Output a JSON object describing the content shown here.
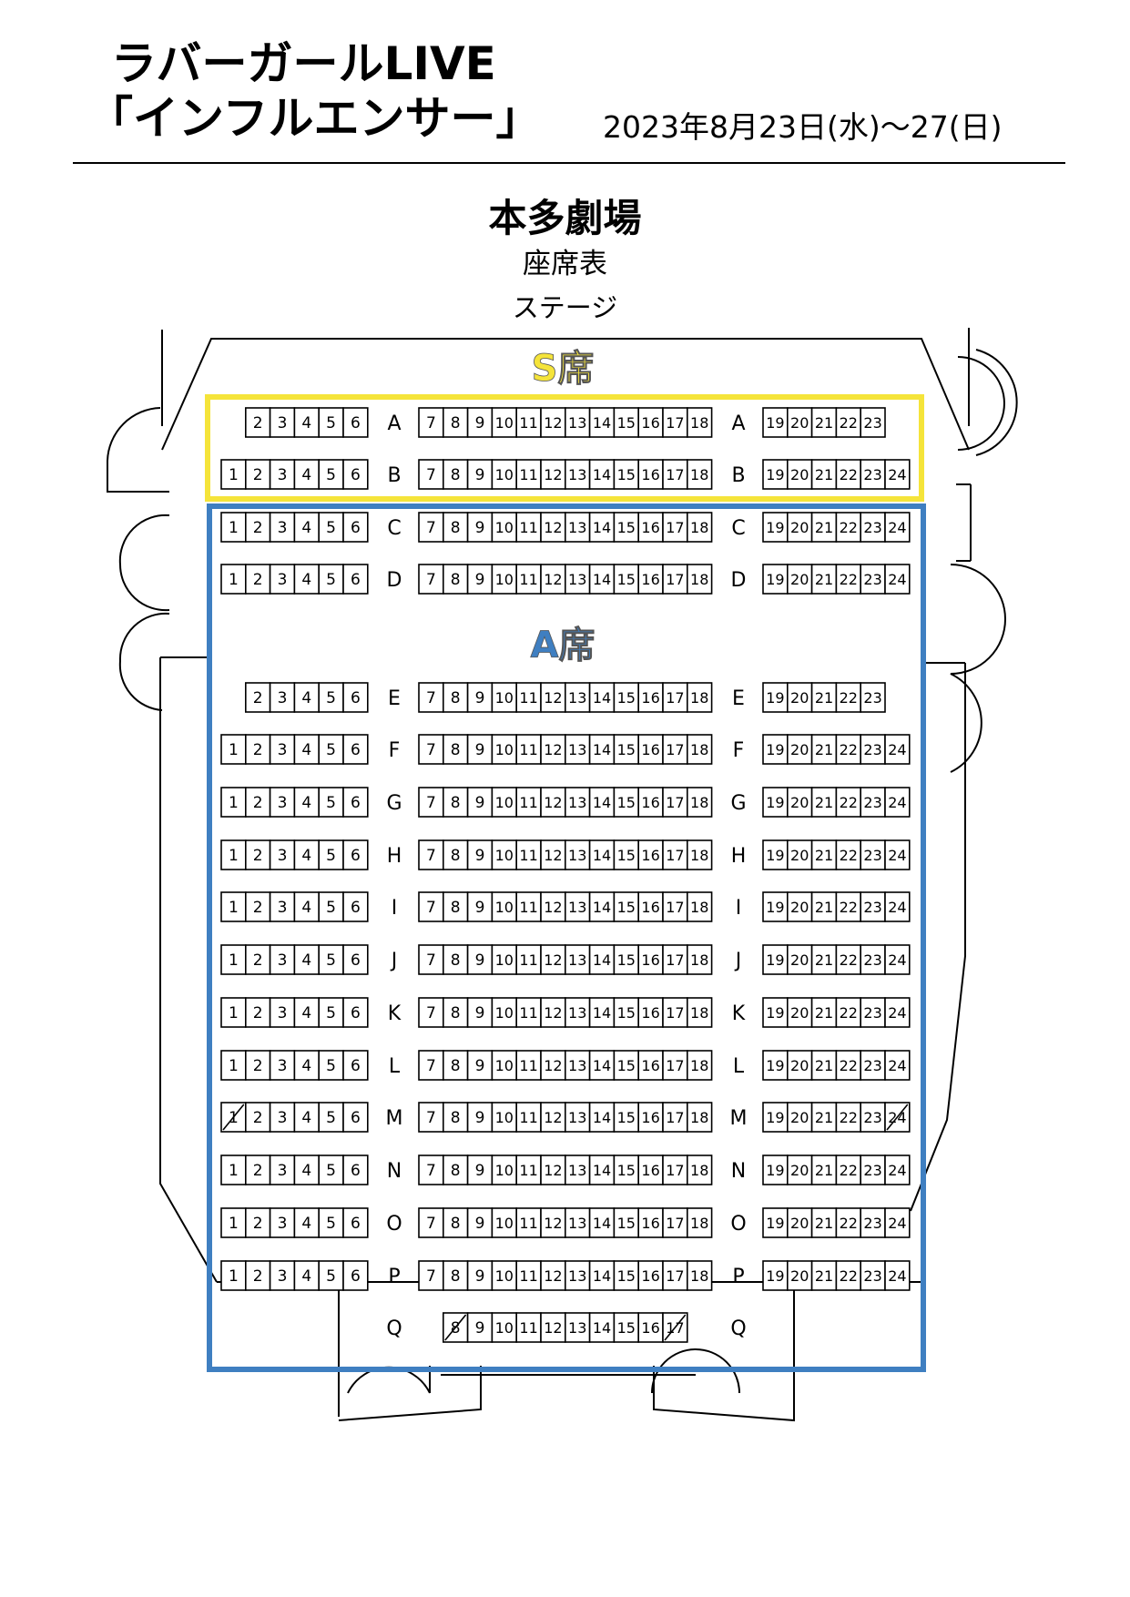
{
  "header": {
    "title_line1": "ラバーガールLIVE",
    "title_line2": "「インフルエンサー」",
    "date": "2023年8月23日(水)～27(日)"
  },
  "venue": {
    "name": "本多劇場",
    "subtitle": "座席表",
    "stage_label": "ステージ"
  },
  "zones": [
    {
      "label": "S席",
      "color": "#f5e43a",
      "rows": [
        "A",
        "B"
      ]
    },
    {
      "label": "A席",
      "color": "#3f7fc1",
      "rows": [
        "C",
        "D",
        "E",
        "F",
        "G",
        "H",
        "I",
        "J",
        "K",
        "L",
        "M",
        "N",
        "O",
        "P",
        "Q"
      ]
    }
  ],
  "crossed_seats": [
    "M-1",
    "M-24",
    "Q-8",
    "Q-17"
  ],
  "rows": [
    {
      "row": "A",
      "left": [
        2,
        3,
        4,
        5,
        6
      ],
      "center": [
        7,
        8,
        9,
        10,
        11,
        12,
        13,
        14,
        15,
        16,
        17,
        18
      ],
      "right": [
        19,
        20,
        21,
        22,
        23
      ]
    },
    {
      "row": "B",
      "left": [
        1,
        2,
        3,
        4,
        5,
        6
      ],
      "center": [
        7,
        8,
        9,
        10,
        11,
        12,
        13,
        14,
        15,
        16,
        17,
        18
      ],
      "right": [
        19,
        20,
        21,
        22,
        23,
        24
      ]
    },
    {
      "row": "C",
      "left": [
        1,
        2,
        3,
        4,
        5,
        6
      ],
      "center": [
        7,
        8,
        9,
        10,
        11,
        12,
        13,
        14,
        15,
        16,
        17,
        18
      ],
      "right": [
        19,
        20,
        21,
        22,
        23,
        24
      ]
    },
    {
      "row": "D",
      "left": [
        1,
        2,
        3,
        4,
        5,
        6
      ],
      "center": [
        7,
        8,
        9,
        10,
        11,
        12,
        13,
        14,
        15,
        16,
        17,
        18
      ],
      "right": [
        19,
        20,
        21,
        22,
        23,
        24
      ]
    },
    {
      "row": "E",
      "left": [
        2,
        3,
        4,
        5,
        6
      ],
      "center": [
        7,
        8,
        9,
        10,
        11,
        12,
        13,
        14,
        15,
        16,
        17,
        18
      ],
      "right": [
        19,
        20,
        21,
        22,
        23
      ]
    },
    {
      "row": "F",
      "left": [
        1,
        2,
        3,
        4,
        5,
        6
      ],
      "center": [
        7,
        8,
        9,
        10,
        11,
        12,
        13,
        14,
        15,
        16,
        17,
        18
      ],
      "right": [
        19,
        20,
        21,
        22,
        23,
        24
      ]
    },
    {
      "row": "G",
      "left": [
        1,
        2,
        3,
        4,
        5,
        6
      ],
      "center": [
        7,
        8,
        9,
        10,
        11,
        12,
        13,
        14,
        15,
        16,
        17,
        18
      ],
      "right": [
        19,
        20,
        21,
        22,
        23,
        24
      ]
    },
    {
      "row": "H",
      "left": [
        1,
        2,
        3,
        4,
        5,
        6
      ],
      "center": [
        7,
        8,
        9,
        10,
        11,
        12,
        13,
        14,
        15,
        16,
        17,
        18
      ],
      "right": [
        19,
        20,
        21,
        22,
        23,
        24
      ]
    },
    {
      "row": "I",
      "left": [
        1,
        2,
        3,
        4,
        5,
        6
      ],
      "center": [
        7,
        8,
        9,
        10,
        11,
        12,
        13,
        14,
        15,
        16,
        17,
        18
      ],
      "right": [
        19,
        20,
        21,
        22,
        23,
        24
      ]
    },
    {
      "row": "J",
      "left": [
        1,
        2,
        3,
        4,
        5,
        6
      ],
      "center": [
        7,
        8,
        9,
        10,
        11,
        12,
        13,
        14,
        15,
        16,
        17,
        18
      ],
      "right": [
        19,
        20,
        21,
        22,
        23,
        24
      ]
    },
    {
      "row": "K",
      "left": [
        1,
        2,
        3,
        4,
        5,
        6
      ],
      "center": [
        7,
        8,
        9,
        10,
        11,
        12,
        13,
        14,
        15,
        16,
        17,
        18
      ],
      "right": [
        19,
        20,
        21,
        22,
        23,
        24
      ]
    },
    {
      "row": "L",
      "left": [
        1,
        2,
        3,
        4,
        5,
        6
      ],
      "center": [
        7,
        8,
        9,
        10,
        11,
        12,
        13,
        14,
        15,
        16,
        17,
        18
      ],
      "right": [
        19,
        20,
        21,
        22,
        23,
        24
      ]
    },
    {
      "row": "M",
      "left": [
        1,
        2,
        3,
        4,
        5,
        6
      ],
      "center": [
        7,
        8,
        9,
        10,
        11,
        12,
        13,
        14,
        15,
        16,
        17,
        18
      ],
      "right": [
        19,
        20,
        21,
        22,
        23,
        24
      ]
    },
    {
      "row": "N",
      "left": [
        1,
        2,
        3,
        4,
        5,
        6
      ],
      "center": [
        7,
        8,
        9,
        10,
        11,
        12,
        13,
        14,
        15,
        16,
        17,
        18
      ],
      "right": [
        19,
        20,
        21,
        22,
        23,
        24
      ]
    },
    {
      "row": "O",
      "left": [
        1,
        2,
        3,
        4,
        5,
        6
      ],
      "center": [
        7,
        8,
        9,
        10,
        11,
        12,
        13,
        14,
        15,
        16,
        17,
        18
      ],
      "right": [
        19,
        20,
        21,
        22,
        23,
        24
      ]
    },
    {
      "row": "P",
      "left": [
        1,
        2,
        3,
        4,
        5,
        6
      ],
      "center": [
        7,
        8,
        9,
        10,
        11,
        12,
        13,
        14,
        15,
        16,
        17,
        18
      ],
      "right": [
        19,
        20,
        21,
        22,
        23,
        24
      ]
    },
    {
      "row": "Q",
      "left": [],
      "center": [
        8,
        9,
        10,
        11,
        12,
        13,
        14,
        15,
        16,
        17
      ],
      "right": []
    }
  ]
}
